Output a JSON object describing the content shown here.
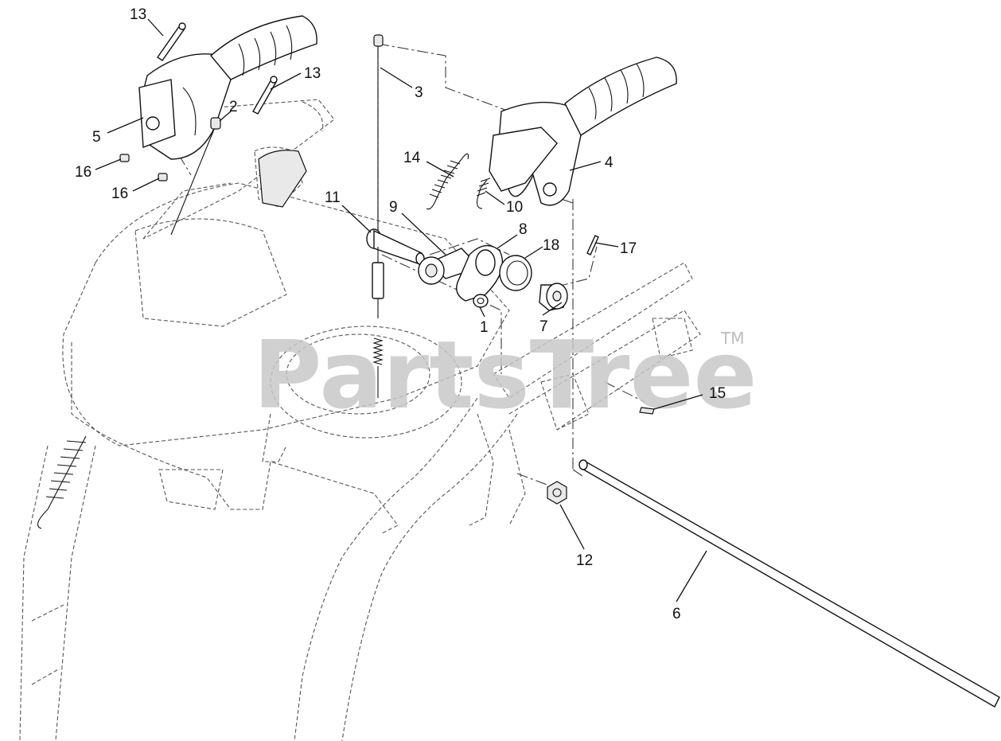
{
  "watermark": {
    "text": "PartsTree",
    "trademark": "TM"
  },
  "callouts": {
    "c1": "1",
    "c2": "2",
    "c3": "3",
    "c4": "4",
    "c5": "5",
    "c6": "6",
    "c7": "7",
    "c8": "8",
    "c9": "9",
    "c10": "10",
    "c11": "11",
    "c12": "12",
    "c13a": "13",
    "c13b": "13",
    "c14": "14",
    "c15": "15",
    "c16a": "16",
    "c16b": "16",
    "c17": "17",
    "c18": "18"
  },
  "colors": {
    "line": "#111111",
    "phantom": "#555555",
    "watermark": "#c8c8c8"
  }
}
